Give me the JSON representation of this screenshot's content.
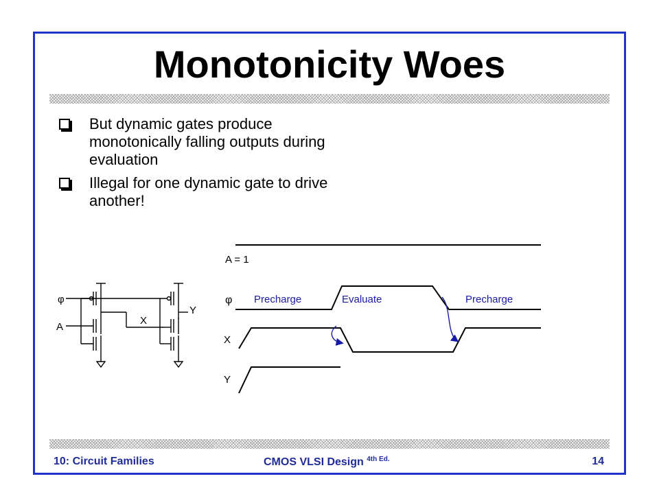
{
  "slide": {
    "title": "Monotonicity Woes",
    "bullets": [
      "But dynamic gates produce monotonically falling outputs during evaluation",
      "Illegal for one dynamic gate to drive another!"
    ]
  },
  "circuit": {
    "phi_label": "φ",
    "a_label": "A",
    "x_label": "X",
    "y_label": "Y"
  },
  "waveform": {
    "a_label": "A = 1",
    "phi_label": "φ",
    "x_label": "X",
    "y_label": "Y",
    "phase_precharge_1": "Precharge",
    "phase_evaluate": "Evaluate",
    "phase_precharge_2": "Precharge"
  },
  "footer": {
    "left": "10: Circuit Families",
    "center": "CMOS VLSI Design",
    "center_sup": "4th Ed.",
    "right": "14"
  },
  "colors": {
    "frame": "#1f35c9",
    "footer_text": "#1f2b99",
    "arrow": "#1a1aa8"
  }
}
